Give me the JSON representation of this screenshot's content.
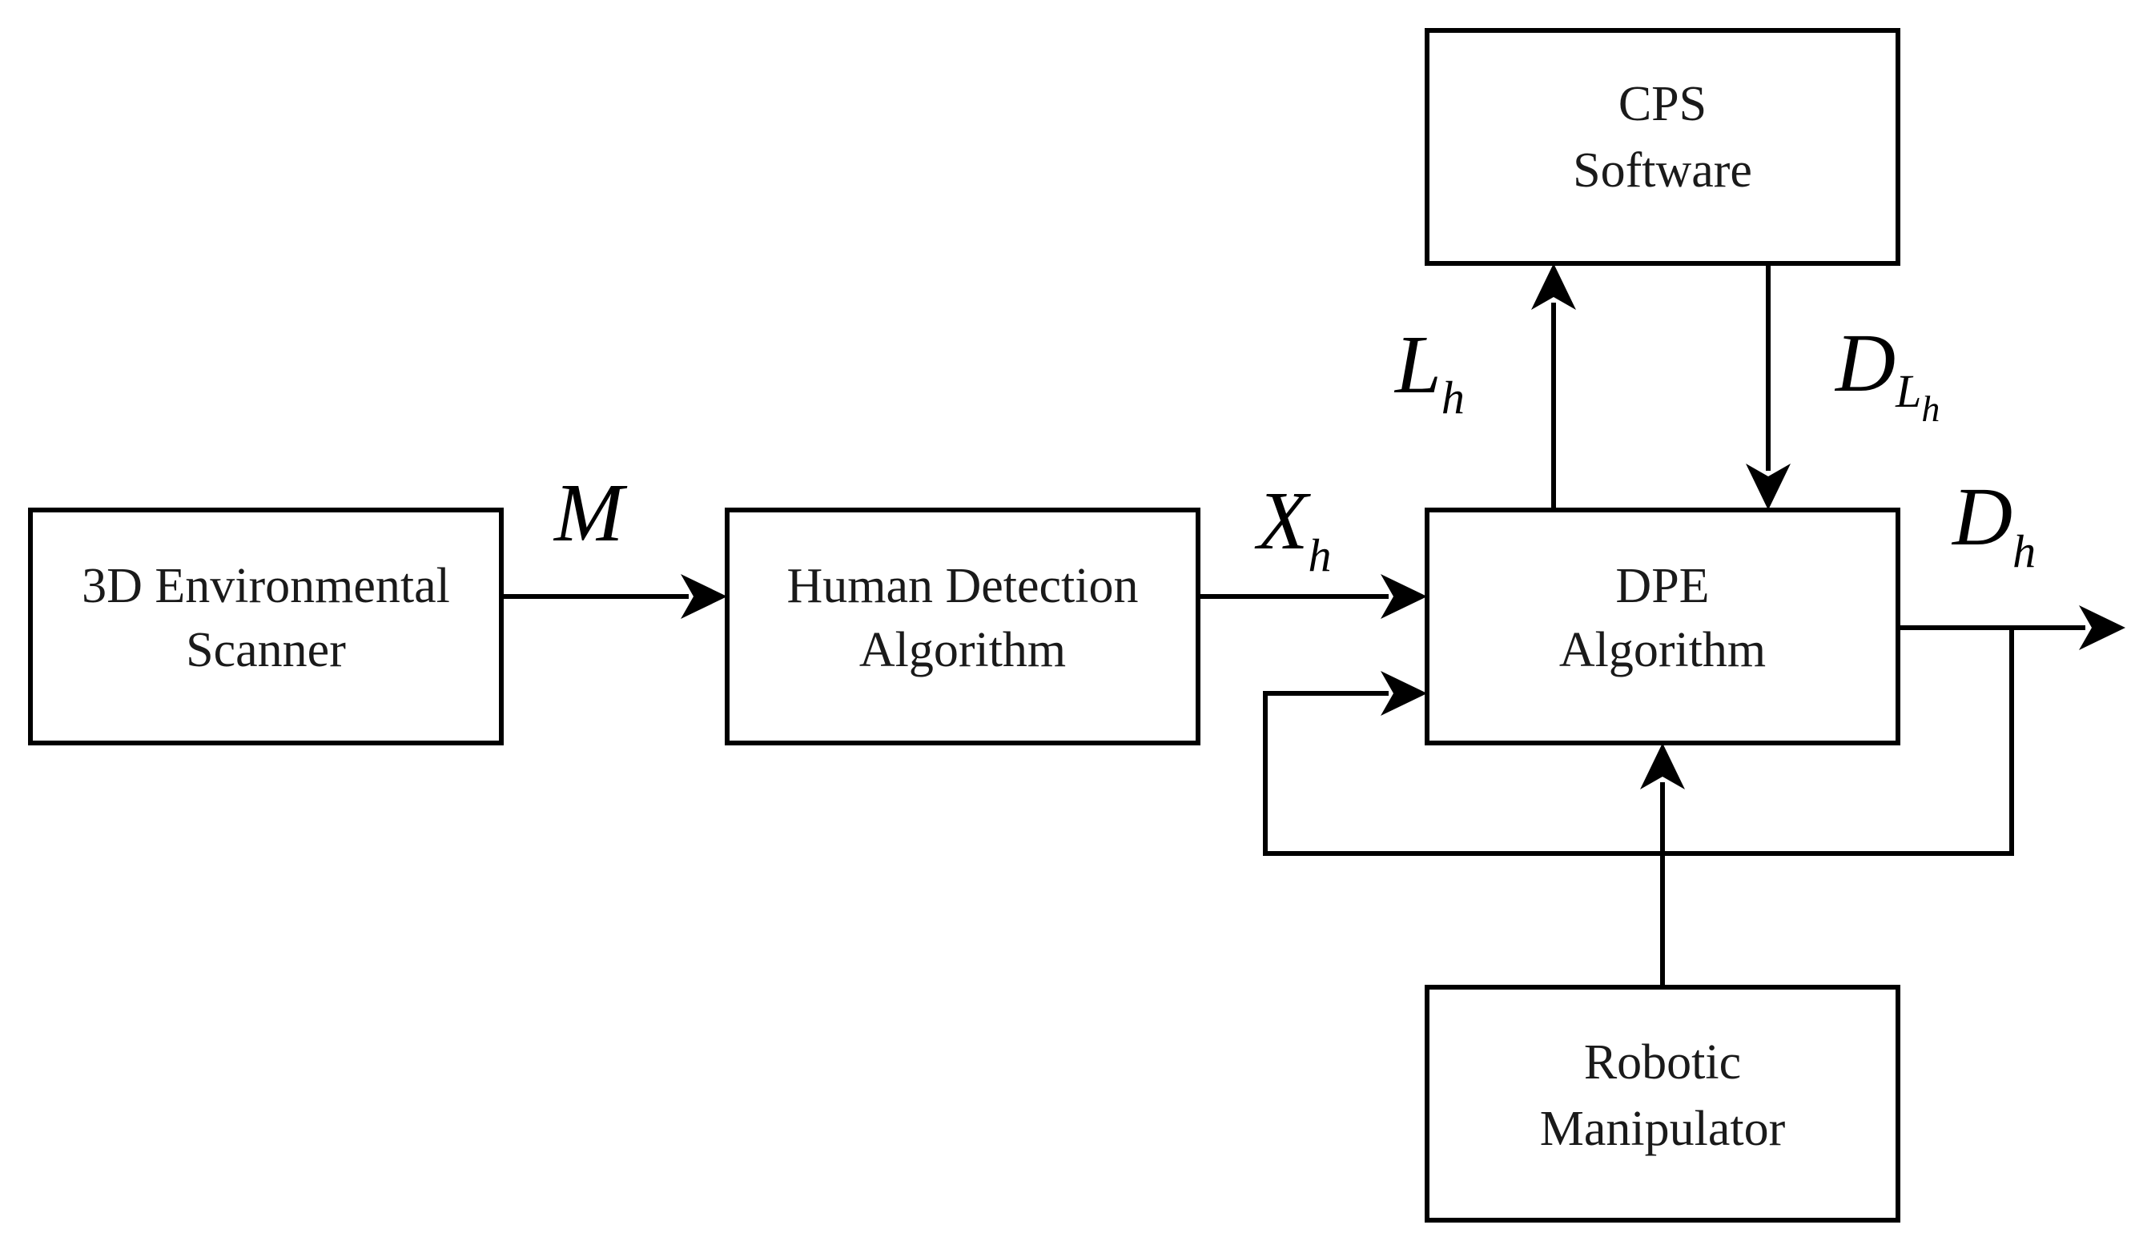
{
  "blocks": {
    "scanner": {
      "line1": "3D Environmental",
      "line2": "Scanner"
    },
    "human_detection": {
      "line1": "Human Detection",
      "line2": "Algorithm"
    },
    "dpe": {
      "line1": "DPE",
      "line2": "Algorithm"
    },
    "cps": {
      "line1": "CPS",
      "line2": "Software"
    },
    "robot": {
      "line1": "Robotic",
      "line2": "Manipulator"
    }
  },
  "signals": {
    "m": {
      "symbol": "M"
    },
    "xh": {
      "symbol": "X",
      "subscript": "h"
    },
    "lh": {
      "symbol": "L",
      "subscript": "h"
    },
    "dlh": {
      "symbol": "D",
      "subscript": "L",
      "subsubscript": "h"
    },
    "dh": {
      "symbol": "D",
      "subscript": "h"
    }
  },
  "colors": {
    "line": "#000000",
    "background": "#ffffff"
  }
}
